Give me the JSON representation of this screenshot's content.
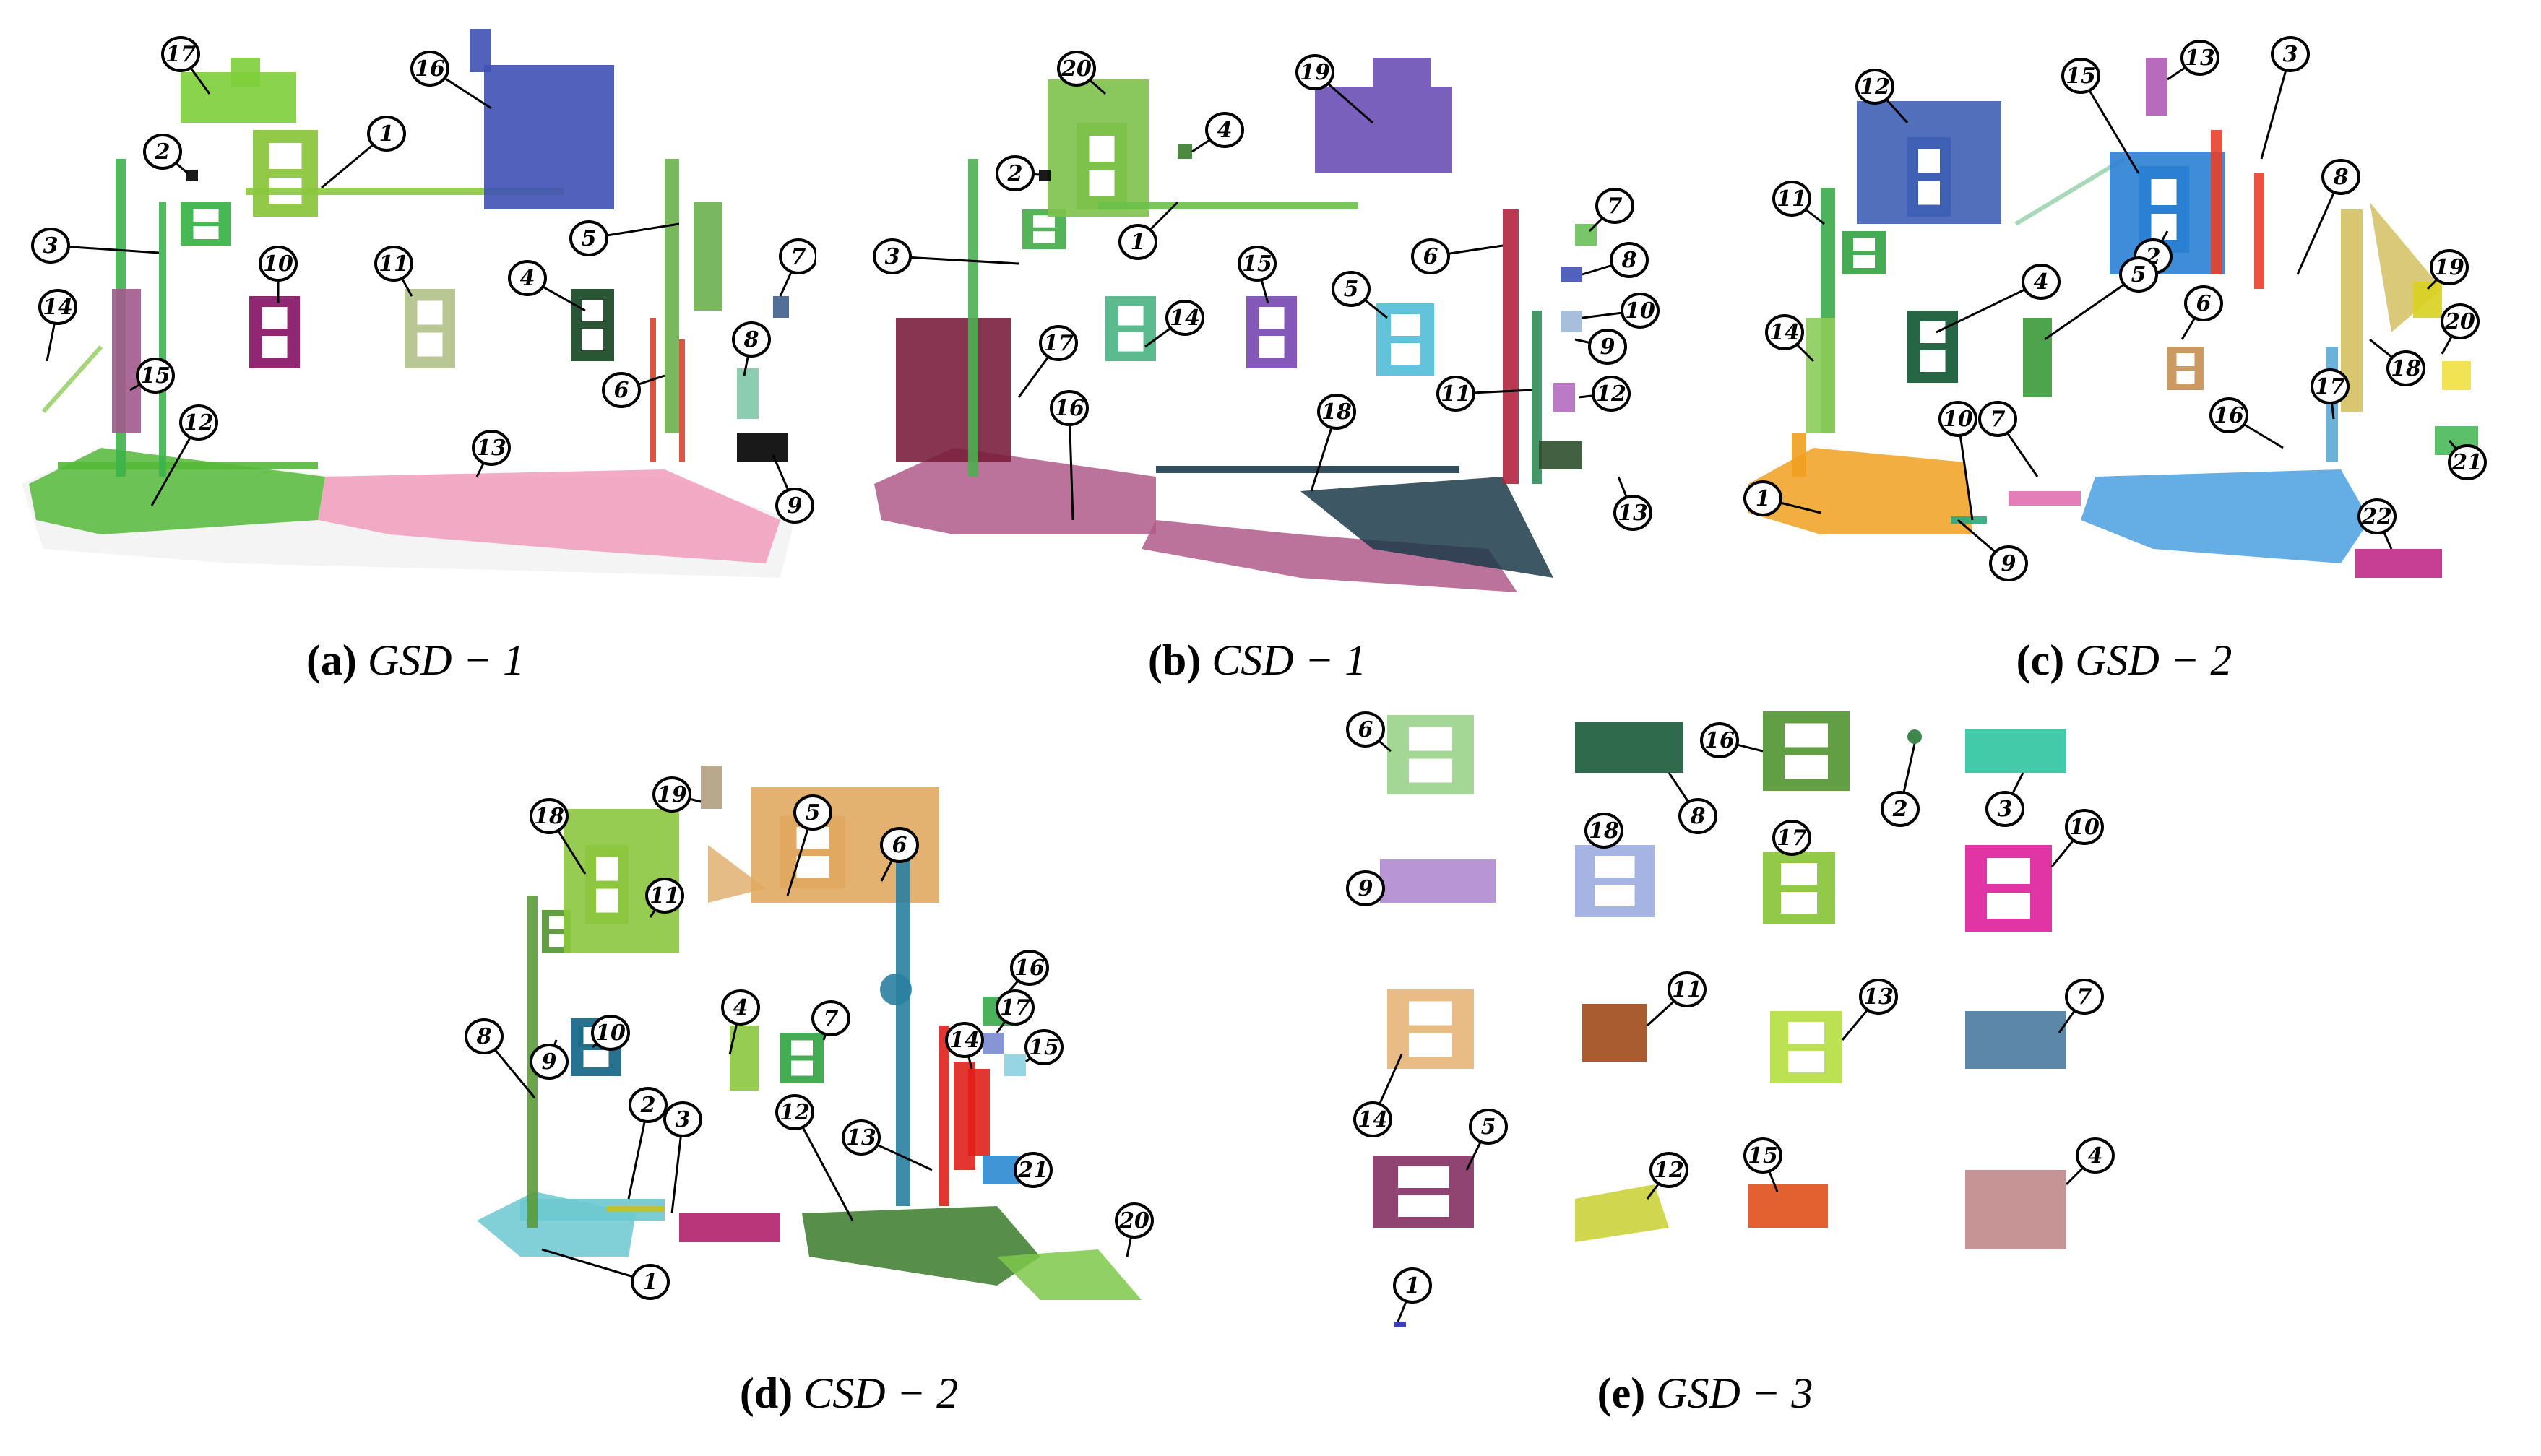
{
  "panels": [
    {
      "id": "a",
      "letter": "(a)",
      "name": "GSD − 1",
      "labels": [
        "1",
        "2",
        "3",
        "4",
        "5",
        "6",
        "7",
        "8",
        "9",
        "10",
        "11",
        "12",
        "13",
        "14",
        "15",
        "16",
        "17"
      ]
    },
    {
      "id": "b",
      "letter": "(b)",
      "name": "CSD − 1",
      "labels": [
        "1",
        "2",
        "3",
        "4",
        "5",
        "6",
        "7",
        "8",
        "9",
        "10",
        "11",
        "12",
        "13",
        "14",
        "15",
        "16",
        "17",
        "18",
        "19",
        "20"
      ]
    },
    {
      "id": "c",
      "letter": "(c)",
      "name": "GSD − 2",
      "labels": [
        "1",
        "2",
        "3",
        "4",
        "5",
        "6",
        "7",
        "8",
        "9",
        "10",
        "11",
        "12",
        "13",
        "14",
        "15",
        "16",
        "17",
        "18",
        "19",
        "20",
        "21",
        "22"
      ]
    },
    {
      "id": "d",
      "letter": "(d)",
      "name": "CSD − 2",
      "labels": [
        "1",
        "2",
        "3",
        "4",
        "5",
        "6",
        "7",
        "8",
        "9",
        "10",
        "11",
        "12",
        "13",
        "14",
        "15",
        "16",
        "17",
        "18",
        "19",
        "20",
        "21"
      ]
    },
    {
      "id": "e",
      "letter": "(e)",
      "name": "GSD − 3",
      "labels": [
        "1",
        "2",
        "3",
        "4",
        "5",
        "6",
        "7",
        "8",
        "9",
        "10",
        "11",
        "12",
        "13",
        "14",
        "15",
        "16",
        "17",
        "18"
      ]
    }
  ],
  "colors": {
    "a": {
      "1": "#8cc63f",
      "3": "#3cb44b",
      "4": "#1f4d2b",
      "5": "#6ab04c",
      "6": "#d7412a",
      "7": "#3f5f8f",
      "8": "#7fc8a9",
      "10": "#8b1a6b",
      "11": "#b5c48f",
      "12": "#55b83a",
      "13": "#f19cbb",
      "14": "#9bd16a",
      "15": "#a05a8c",
      "16": "#3f51b5",
      "17": "#7dcf3a"
    },
    "b": {
      "1": "#6cc04a",
      "3": "#4caf50",
      "4": "#3a7d2c",
      "5": "#5bc0d8",
      "6": "#b0243e",
      "7": "#6abf5a",
      "8": "#3f51b5",
      "10": "#9fb8d8",
      "11": "#2e8b57",
      "12": "#b36bbf",
      "13": "#2f4f2f",
      "14": "#52b788",
      "15": "#7d4fb5",
      "16": "#b05a8a",
      "17": "#7a1f3d",
      "18": "#1c3a4a",
      "19": "#6a4fb5",
      "20": "#7dc24b"
    },
    "c": {
      "1": "#f0a020",
      "2": "#2a7fd4",
      "3": "#e8402a",
      "4": "#1b5e3b",
      "5": "#3a9a3a",
      "6": "#c8955a",
      "7": "#e070b0",
      "8": "#d4c060",
      "9": "#2aa87a",
      "11": "#3ca84a",
      "12": "#3f5fb5",
      "13": "#b05ab5",
      "14": "#8ccc5a",
      "15": "#9fd4b0",
      "16": "#4aa0e0",
      "17": "#5aa8d8",
      "19": "#d8d020",
      "20": "#f0e040",
      "21": "#4ab85a",
      "22": "#c02a8a"
    },
    "d": {
      "1": "#6cc8d0",
      "2": "#c8c020",
      "3": "#b0206a",
      "4": "#8cc63f",
      "5": "#e0a860",
      "6": "#2a7fa0",
      "7": "#3aa84a",
      "8": "#5a9a3a",
      "9": "#2a8a4a",
      "10": "#1a6a8a",
      "11": "#e0b070",
      "12": "#3a7a2a",
      "13": "#e0201a",
      "14": "#e0201a",
      "15": "#8cd0e0",
      "16": "#3aa84a",
      "17": "#7a8ad0",
      "18": "#8cc63f",
      "19": "#b0a080",
      "20": "#7cc84a",
      "21": "#2a8ad0"
    },
    "e": {
      "1": "#2a2ab0",
      "2": "#2a7a3a",
      "3": "#2ec4a0",
      "4": "#c08888",
      "5": "#8a3a6a",
      "6": "#9fd48f",
      "7": "#4a7aa0",
      "8": "#1a5a3a",
      "9": "#b08ad0",
      "10": "#e02aa0",
      "11": "#a04a1a",
      "12": "#c8d030",
      "13": "#b8e04a",
      "14": "#e8b880",
      "15": "#e0501a",
      "16": "#5a9a3a",
      "17": "#8cc63f",
      "18": "#a0b0e0"
    }
  }
}
